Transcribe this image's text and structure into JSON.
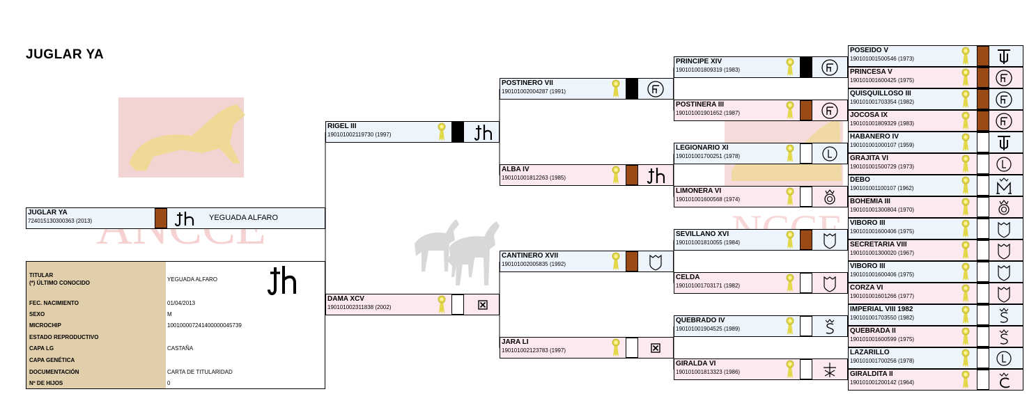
{
  "title": "JUGLAR YA",
  "watermark": {
    "text": "ANCCE"
  },
  "subject": {
    "name": "JUGLAR YA",
    "reg": "724015130300363 (2013)",
    "color": "#9a4a14",
    "brand": "jh-icon",
    "breeder": "YEGUADA ALFARO"
  },
  "info": {
    "labels": {
      "titular": "TITULAR",
      "ultimo": "(*) ÚLTIMO CONOCIDO",
      "fec": "FEC. NACIMIENTO",
      "sexo": "SEXO",
      "microchip": "MICROCHIP",
      "estado": "ESTADO REPRODUCTIVO",
      "capa_lg": "CAPA LG",
      "capa_gen": "CAPA GENÉTICA",
      "doc": "DOCUMENTACIÓN",
      "hijos": "Nº DE HIJOS"
    },
    "values": {
      "titular": "YEGUADA ALFARO",
      "fec": "01/04/2013",
      "sexo": "M",
      "microchip": "100100007241400000045739",
      "estado": "",
      "capa_lg": "CASTAÑA",
      "capa_gen": "",
      "doc": "CARTA DE TITULARIDAD",
      "hijos": "0"
    }
  },
  "g1": [
    {
      "name": "RIGEL III",
      "reg": "190101002119730 (1997)",
      "color": "#000000",
      "brand": "jh-icon"
    },
    {
      "name": "DAMA XCV",
      "reg": "190101002311838 (2002)",
      "color": "#ffffff",
      "brand": "boxed-x-icon"
    }
  ],
  "g2": [
    {
      "name": "POSTINERO VII",
      "reg": "190101002004287 (1991)",
      "color": "#000000",
      "brand": "f-circle-icon"
    },
    {
      "name": "ALBA IV",
      "reg": "190101001812263 (1985)",
      "color": "#9a4a14",
      "brand": "jh-icon"
    },
    {
      "name": "CANTINERO XVII",
      "reg": "190101002005835 (1992)",
      "color": "#9a4a14",
      "brand": "shield-icon"
    },
    {
      "name": "JARA LI",
      "reg": "190101002123783 (1997)",
      "color": "#ffffff",
      "brand": "boxed-x-icon"
    }
  ],
  "g3": [
    {
      "name": "PRINCIPE XIV",
      "reg": "190101001809319 (1983)",
      "color": "#000000",
      "brand": "f-circle-icon"
    },
    {
      "name": "POSTINERA III",
      "reg": "190101001901652 (1987)",
      "color": "#9a4a14",
      "brand": "f-circle-icon"
    },
    {
      "name": "LEGIONARIO XI",
      "reg": "190101001700251 (1978)",
      "color": "#ffffff",
      "brand": "l-circle-icon"
    },
    {
      "name": "LIMONERA VI",
      "reg": "190101001600568 (1974)",
      "color": "#ffffff",
      "brand": "crown-o-icon"
    },
    {
      "name": "SEVILLANO XVI",
      "reg": "190101001810055 (1984)",
      "color": "#9a4a14",
      "brand": "shield-icon"
    },
    {
      "name": "CELDA",
      "reg": "190101001703171 (1982)",
      "color": "#ffffff",
      "brand": "shield-icon"
    },
    {
      "name": "QUEBRADO IV",
      "reg": "190101001904525 (1989)",
      "color": "#ffffff",
      "brand": "s-crown-icon"
    },
    {
      "name": "GIRALDA VI",
      "reg": "190101001813323 (1986)",
      "color": "#ffffff",
      "brand": "cross-anchor-icon"
    }
  ],
  "g4": [
    {
      "name": "POSEIDO V",
      "reg": "190101001500546 (1973)",
      "color": "#9a4a14",
      "brand": "tf-icon"
    },
    {
      "name": "PRINCESA V",
      "reg": "190101001600425 (1975)",
      "color": "#9a4a14",
      "brand": "f-circle-icon"
    },
    {
      "name": "QUISQUILLOSO III",
      "reg": "190101001703354 (1982)",
      "color": "#9a4a14",
      "brand": "f-circle-icon"
    },
    {
      "name": "JOCOSA IX",
      "reg": "190101001809329 (1983)",
      "color": "#9a4a14",
      "brand": "f-circle-icon"
    },
    {
      "name": "HABANERO IV",
      "reg": "190101001000107 (1959)",
      "color": "#ffffff",
      "brand": "tf-icon"
    },
    {
      "name": "GRAJITA VI",
      "reg": "190101001500729 (1973)",
      "color": "#ffffff",
      "brand": "l-circle-icon"
    },
    {
      "name": "DEBO",
      "reg": "190101001100107 (1962)",
      "color": "#ffffff",
      "brand": "m-crown-icon"
    },
    {
      "name": "BOHEMIA III",
      "reg": "190101001300804 (1970)",
      "color": "#ffffff",
      "brand": "crown-o-icon"
    },
    {
      "name": "VIBORO III",
      "reg": "190101001600406 (1975)",
      "color": "#ffffff",
      "brand": "shield-icon"
    },
    {
      "name": "SECRETARIA VIII",
      "reg": "190101001300020 (1967)",
      "color": "#ffffff",
      "brand": "shield-icon"
    },
    {
      "name": "VIBORO III",
      "reg": "190101001600406 (1975)",
      "color": "#ffffff",
      "brand": "shield-icon"
    },
    {
      "name": "CORZA VI",
      "reg": "190101001601266 (1977)",
      "color": "#ffffff",
      "brand": "shield-icon"
    },
    {
      "name": "IMPERIAL VIII 1982",
      "reg": "190101001703550 (1982)",
      "color": "#ffffff",
      "brand": "s-crown-icon"
    },
    {
      "name": "QUEBRADA II",
      "reg": "190101001600599 (1975)",
      "color": "#ffffff",
      "brand": "s-crown-icon"
    },
    {
      "name": "LAZARILLO",
      "reg": "190101001700256 (1978)",
      "color": "#ffffff",
      "brand": "l-circle-icon"
    },
    {
      "name": "GIRALDITA II",
      "reg": "190101001200142 (1964)",
      "color": "#ffffff",
      "brand": "c-crown-icon"
    }
  ]
}
